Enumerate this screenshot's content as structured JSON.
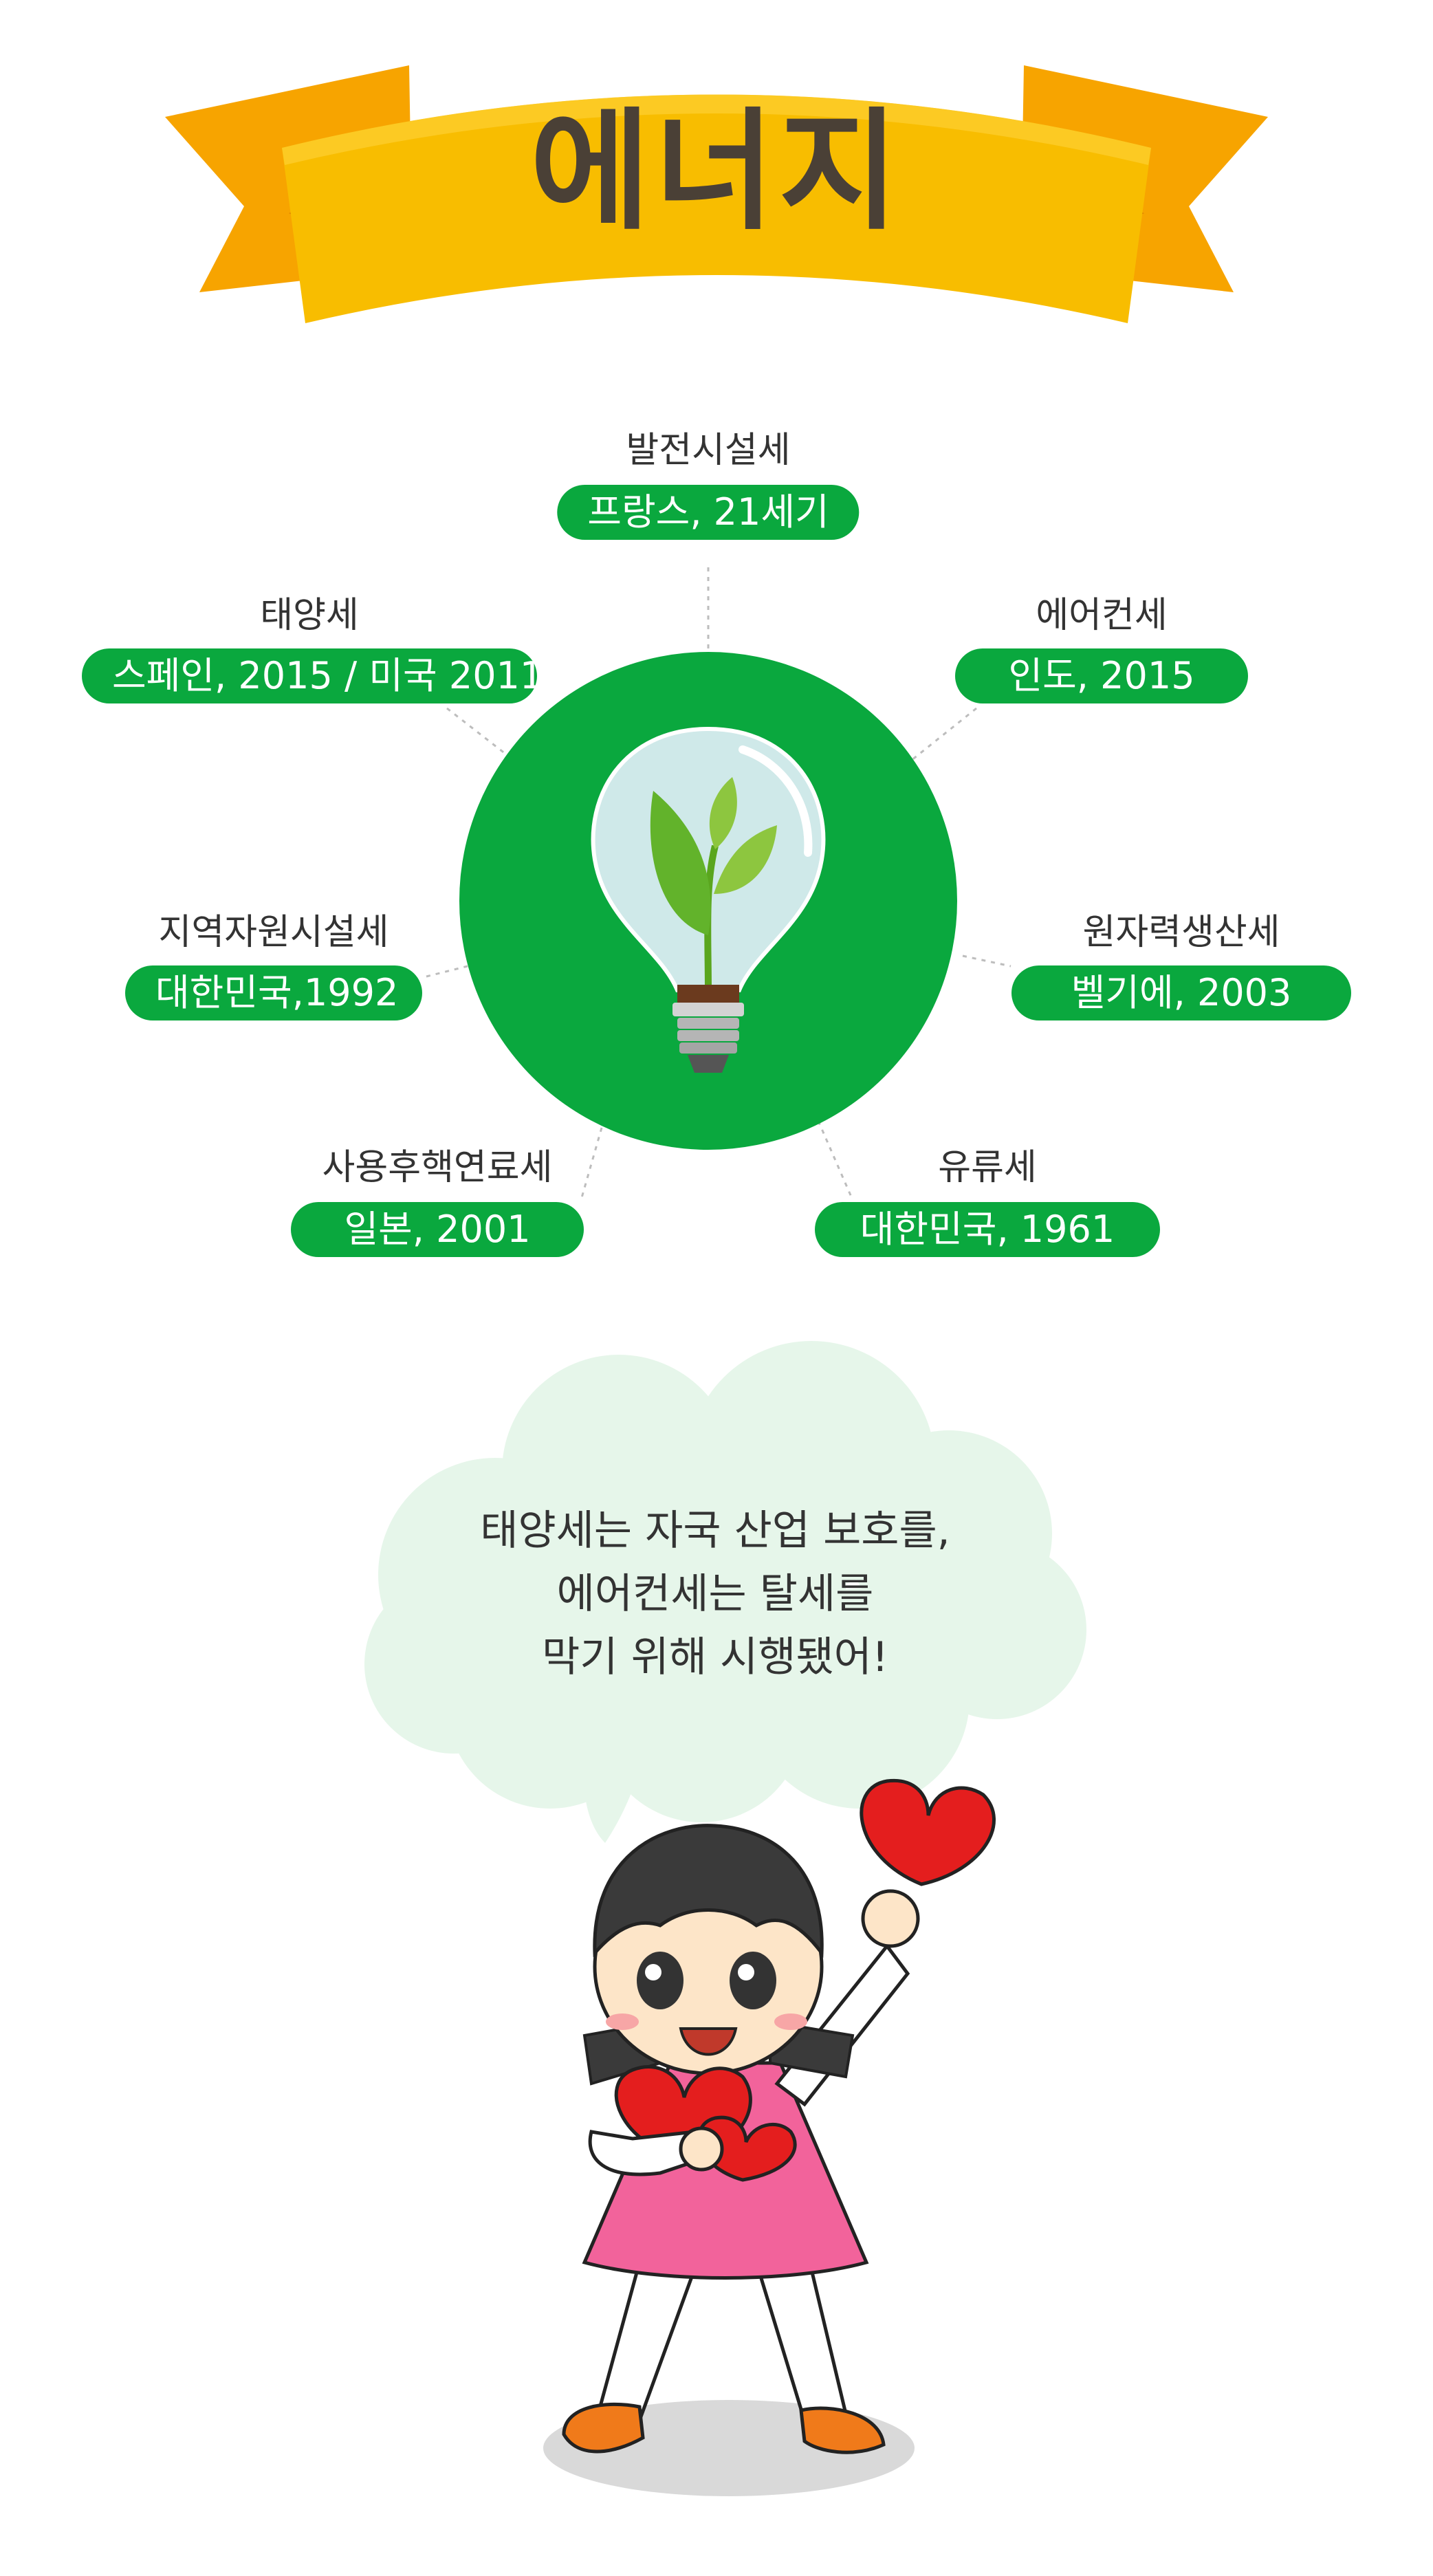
{
  "banner": {
    "title": "에너지"
  },
  "taxes": [
    {
      "name": "발전시설세",
      "origin": "프랑스, 21세기"
    },
    {
      "name": "태양세",
      "origin": "스페인, 2015 / 미국 2011"
    },
    {
      "name": "에어컨세",
      "origin": "인도, 2015"
    },
    {
      "name": "지역자원시설세",
      "origin": "대한민국,1992"
    },
    {
      "name": "원자력생산세",
      "origin": "벨기에, 2003"
    },
    {
      "name": "사용후핵연료세",
      "origin": "일본, 2001"
    },
    {
      "name": "유류세",
      "origin": "대한민국, 1961"
    }
  ],
  "speech_bubble": {
    "lines": [
      "태양세는 자국 산업 보호를,",
      "에어컨세는 탈세를",
      "막기 위해 시행됐어!"
    ]
  },
  "icons": {
    "center": "lightbulb-sprout-icon",
    "character": "girl-holding-hearts-illustration"
  },
  "colors": {
    "ribbon": "#f5b800",
    "ribbon_dark": "#f09a00",
    "title": "#4a4036",
    "circle": "#0aa83e",
    "pill": "#0aa83e",
    "bubble": "#e6f6ea",
    "heart": "#e41e1e",
    "dress": "#f2639b"
  }
}
